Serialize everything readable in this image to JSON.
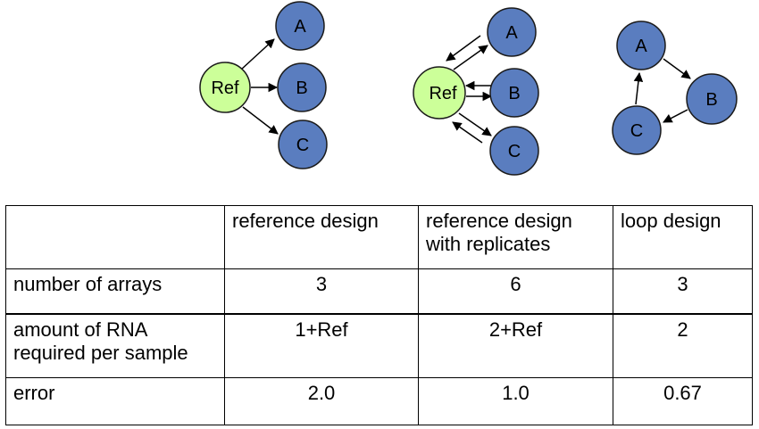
{
  "diagrams": {
    "reference": {
      "ref": "Ref",
      "a": "A",
      "b": "B",
      "c": "C"
    },
    "reference_replicates": {
      "ref": "Ref",
      "a": "A",
      "b": "B",
      "c": "C"
    },
    "loop": {
      "a": "A",
      "b": "B",
      "c": "C"
    }
  },
  "colors": {
    "ref_fill": "#ccff99",
    "sample_fill": "#5a7dbf",
    "outline": "#1a1a1a"
  },
  "table": {
    "headers": [
      "",
      "reference design",
      "reference design with replicates",
      "loop design"
    ],
    "rows": [
      {
        "label": "number of arrays",
        "values": [
          "3",
          "6",
          "3"
        ]
      },
      {
        "label": "amount of RNA required per sample",
        "values": [
          "1+Ref",
          "2+Ref",
          "2"
        ]
      },
      {
        "label": "error",
        "values": [
          "2.0",
          "1.0",
          "0.67"
        ]
      }
    ]
  }
}
